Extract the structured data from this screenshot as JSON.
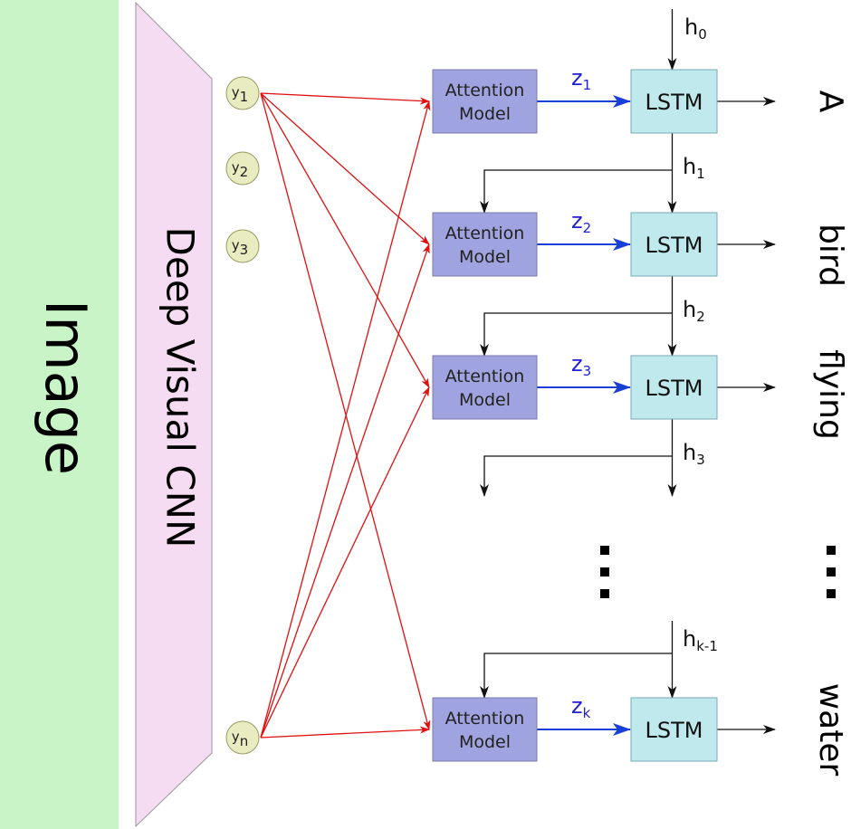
{
  "image_panel": {
    "label": "Image",
    "color": "#c8f4c8"
  },
  "cnn_panel": {
    "label": "Deep Visual CNN",
    "color": "#f6dcf2"
  },
  "features": [
    {
      "base": "y",
      "sub": "1"
    },
    {
      "base": "y",
      "sub": "2"
    },
    {
      "base": "y",
      "sub": "3"
    },
    {
      "base": "y",
      "sub": "n"
    }
  ],
  "attention": {
    "line1": "Attention",
    "line2": "Model",
    "color": "#9fa3e0"
  },
  "lstm": {
    "label": "LSTM",
    "color": "#bfe9ec"
  },
  "context": [
    {
      "base": "z",
      "sub": "1"
    },
    {
      "base": "z",
      "sub": "2"
    },
    {
      "base": "z",
      "sub": "3"
    },
    {
      "base": "z",
      "sub": "k"
    }
  ],
  "hidden": [
    {
      "base": "h",
      "sub": "0"
    },
    {
      "base": "h",
      "sub": "1"
    },
    {
      "base": "h",
      "sub": "2"
    },
    {
      "base": "h",
      "sub": "3"
    },
    {
      "base": "h",
      "sub": "k-1"
    }
  ],
  "words": [
    "A",
    "bird",
    "flying",
    "water"
  ],
  "colors": {
    "attention_arrow": "#e01010",
    "context_arrow": "#1a3fd6",
    "flow_arrow": "#111111",
    "feature_fill": "#e9ecc0"
  }
}
